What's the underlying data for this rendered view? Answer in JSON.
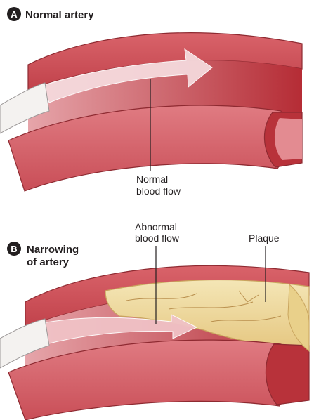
{
  "panel_a": {
    "badge": "A",
    "title": "Normal artery",
    "annotation_line1": "Normal",
    "annotation_line2": "blood flow"
  },
  "panel_b": {
    "badge": "B",
    "title_line1": "Narrowing",
    "title_line2": "of artery",
    "annotation_flow_line1": "Abnormal",
    "annotation_flow_line2": "blood flow",
    "annotation_plaque": "Plaque"
  },
  "colors": {
    "artery_wall": "#c8474f",
    "artery_wall_light": "#e98a90",
    "artery_inner": "#b8323a",
    "lumen_open": "#f6e2e4",
    "flow_arrow": "#f3d2d6",
    "plaque": "#f0dfa4",
    "plaque_edge": "#c9a55e",
    "badge": "#231f20"
  }
}
